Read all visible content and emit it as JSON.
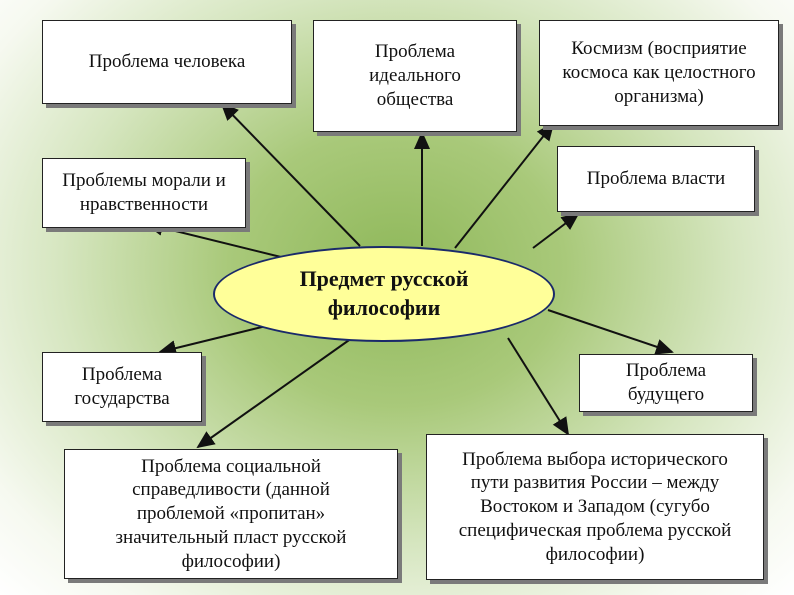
{
  "center": {
    "line1": "Предмет русской",
    "line2": "философии"
  },
  "boxes": {
    "human": "Проблема человека",
    "ideal": {
      "line1": "Проблема",
      "line2": "идеального",
      "line3": "общества"
    },
    "cosmism": {
      "line1": "Космизм (восприятие",
      "line2": "космоса как целостного",
      "line3": "организма)"
    },
    "morality": {
      "line1": "Проблемы морали и",
      "line2": "нравственности"
    },
    "power": "Проблема власти",
    "state": {
      "line1": "Проблема",
      "line2": "государства"
    },
    "future": {
      "line1": "Проблема",
      "line2": "будущего"
    },
    "justice": {
      "line1": "Проблема социальной",
      "line2": "справедливости (данной",
      "line3": "проблемой «пропитан»",
      "line4": "значительный пласт русской",
      "line5": "философии)"
    },
    "path": {
      "line1": "Проблема выбора исторического",
      "line2": "пути развития России – между",
      "line3": "Востоком и Западом (сугубо",
      "line4": "специфическая проблема русской",
      "line5": "философии)"
    }
  },
  "colors": {
    "ellipse_fill": "#ffff99",
    "ellipse_border": "#1a2a6a",
    "arrow": "#111111"
  }
}
